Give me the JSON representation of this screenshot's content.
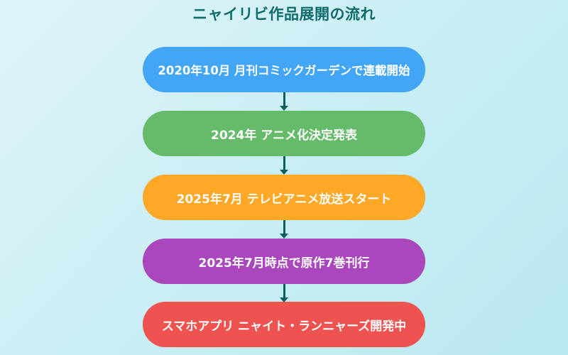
{
  "title": "ニャイリビ作品展開の流れ",
  "colors": {
    "title": "#0f6b6b",
    "arrow": "#0d5e62",
    "step1": "#42a5f5",
    "step2": "#66bb6a",
    "step3": "#ffa726",
    "step4": "#ab47bc",
    "step5": "#ef5350"
  },
  "steps": [
    {
      "label": "2020年10月 月刊コミックガーデンで連載開始"
    },
    {
      "label": "2024年 アニメ化決定発表"
    },
    {
      "label": "2025年7月 テレビアニメ放送スタート"
    },
    {
      "label": "2025年7月時点で原作7巻刊行"
    },
    {
      "label": "スマホアプリ ニャイト・ランニャーズ開発中"
    }
  ]
}
